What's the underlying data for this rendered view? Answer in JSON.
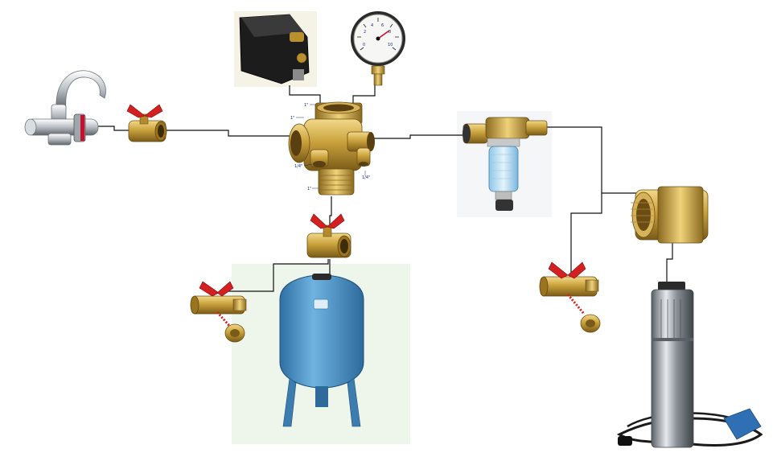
{
  "diagram": {
    "kind": "water supply system schematic",
    "components": [
      {
        "id": "faucet",
        "icon": "faucet-icon"
      },
      {
        "id": "ball-valve-left",
        "icon": "ball-valve-icon"
      },
      {
        "id": "pressure-switch",
        "icon": "pressure-switch-icon"
      },
      {
        "id": "pressure-gauge",
        "icon": "pressure-gauge-icon"
      },
      {
        "id": "five-way-fitting",
        "icon": "five-way-fitting-icon"
      },
      {
        "id": "ball-valve-tank",
        "icon": "ball-valve-icon"
      },
      {
        "id": "drain-valve-tank",
        "icon": "drain-valve-icon"
      },
      {
        "id": "expansion-tank",
        "icon": "expansion-tank-icon"
      },
      {
        "id": "water-filter",
        "icon": "water-filter-icon"
      },
      {
        "id": "check-valve",
        "icon": "check-valve-icon"
      },
      {
        "id": "drain-valve-pump",
        "icon": "drain-valve-icon"
      },
      {
        "id": "submersible-pump",
        "icon": "submersible-pump-icon"
      }
    ],
    "port_labels": [
      "1\"",
      "1\"",
      "1/4\"",
      "1/4\"",
      "1\""
    ],
    "gauge_marks": [
      "0",
      "2",
      "4",
      "6",
      "8",
      "10"
    ],
    "colors": {
      "brass": "#c9a23c",
      "tank_blue": "#4a93c9",
      "valve_red": "#d42020",
      "pipe_line": "#111111",
      "switch_black": "#1c1c1c",
      "pump_steel": "#9aa0a6"
    }
  }
}
